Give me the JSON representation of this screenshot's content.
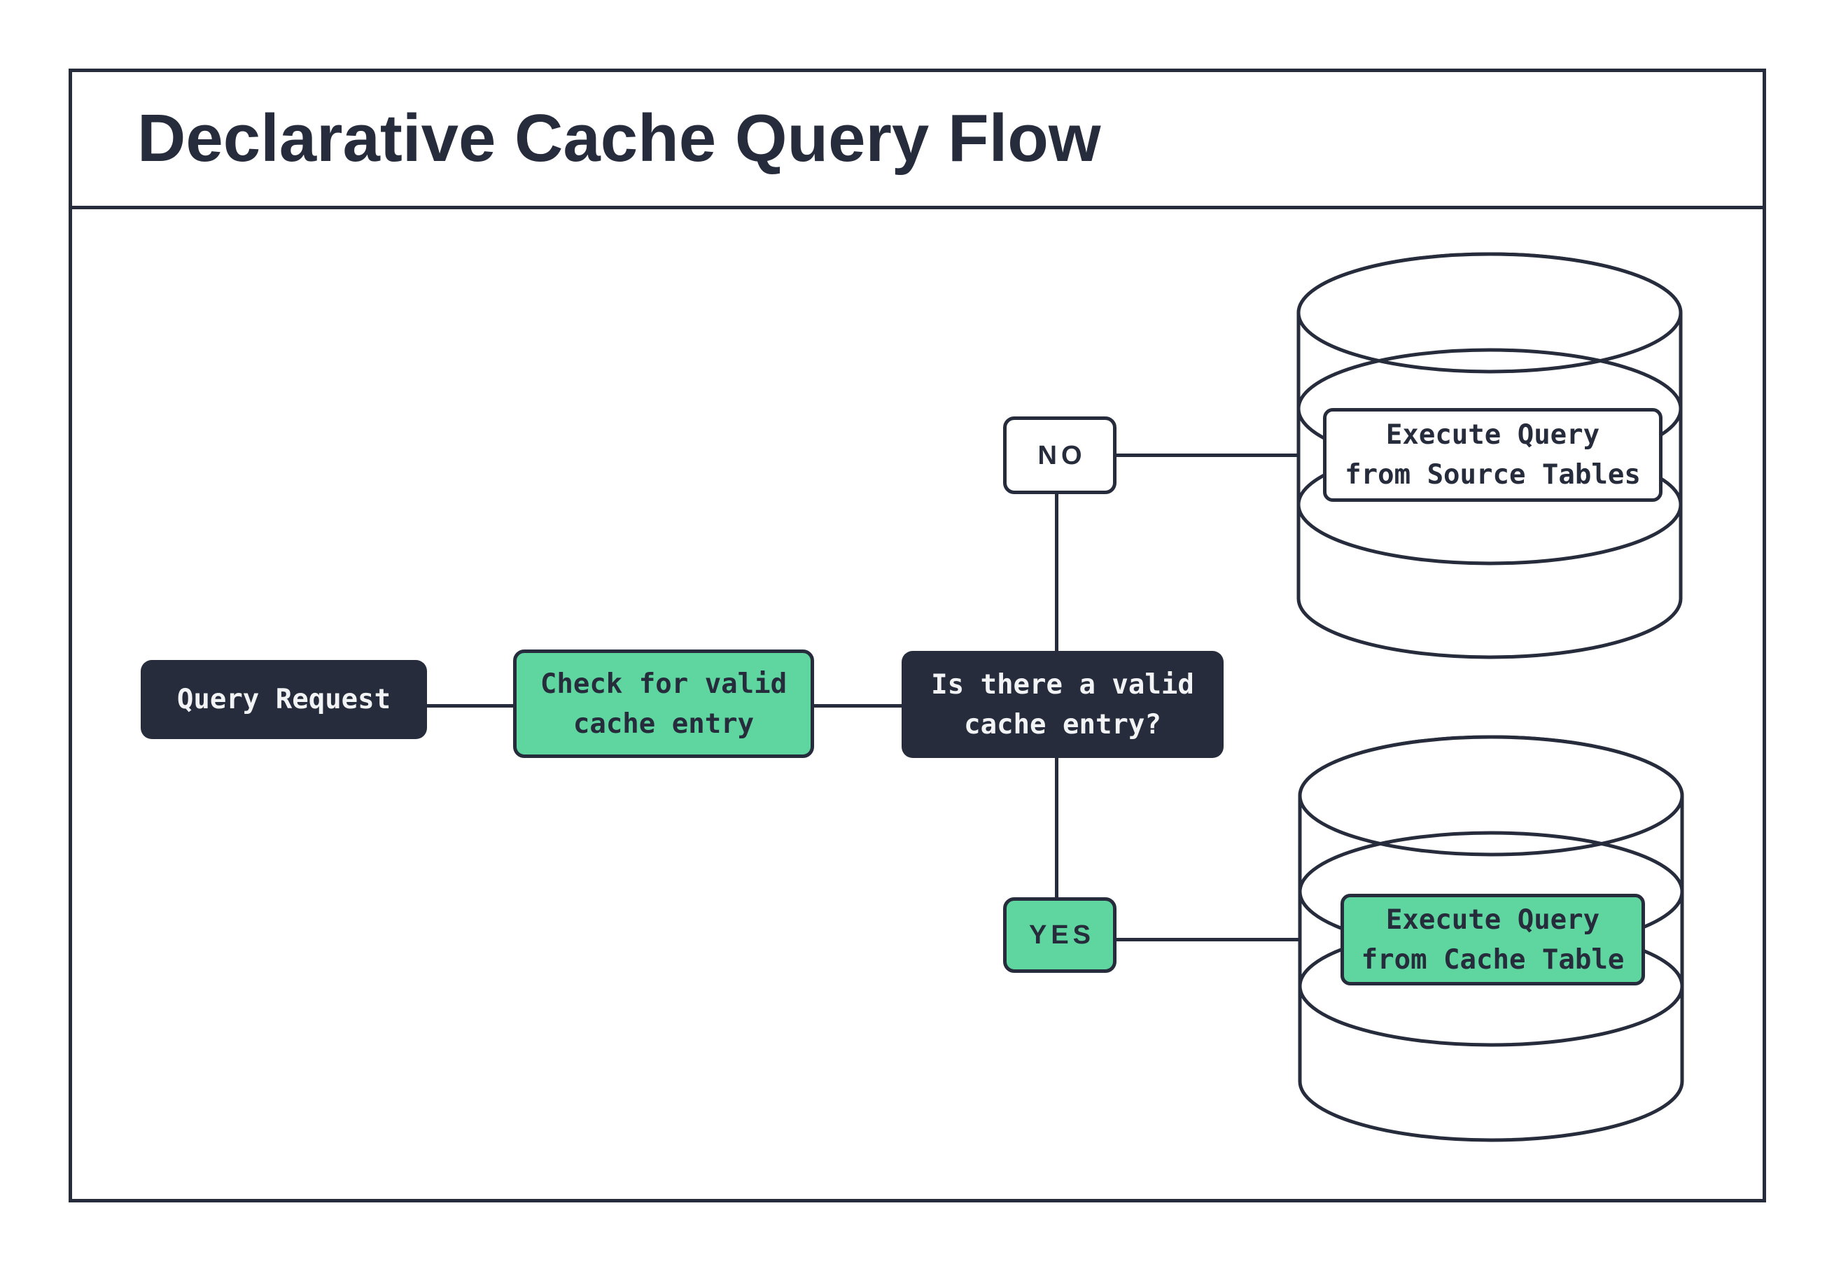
{
  "title": "Declarative Cache Query Flow",
  "colors": {
    "navy": "#262c3b",
    "green": "#5fd5a0",
    "light": "#f2f3f5",
    "white": "#ffffff"
  },
  "nodes": {
    "query_request": {
      "label": "Query Request"
    },
    "check_cache": {
      "line1": "Check for valid",
      "line2": "cache entry"
    },
    "decision": {
      "line1": "Is there a valid",
      "line2": "cache entry?"
    },
    "no_branch": {
      "label": "NO"
    },
    "yes_branch": {
      "label": "YES"
    },
    "source_db": {
      "line1": "Execute Query",
      "line2": "from Source Tables"
    },
    "cache_db": {
      "line1": "Execute Query",
      "line2": "from Cache Table"
    }
  }
}
